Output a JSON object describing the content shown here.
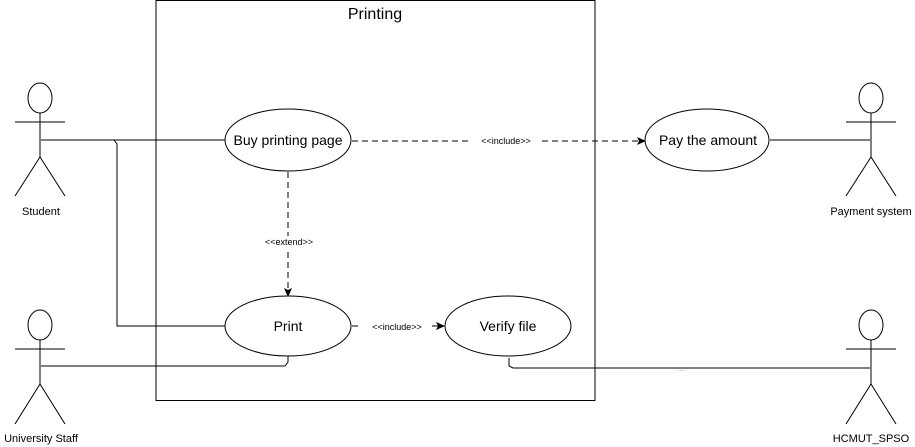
{
  "system": {
    "title": "Printing"
  },
  "actors": {
    "student": "Student",
    "staff": "University Staff",
    "payment": "Payment system",
    "spso": "HCMUT_SPSO"
  },
  "use_cases": {
    "buy": "Buy printing page",
    "pay": "Pay the amount",
    "print": "Print",
    "verify": "Verify file"
  },
  "relations": {
    "include_pay": "<<include>>",
    "extend_print": "<<extend>>",
    "include_verify": "<<include>>",
    "spso_dots": "...."
  }
}
